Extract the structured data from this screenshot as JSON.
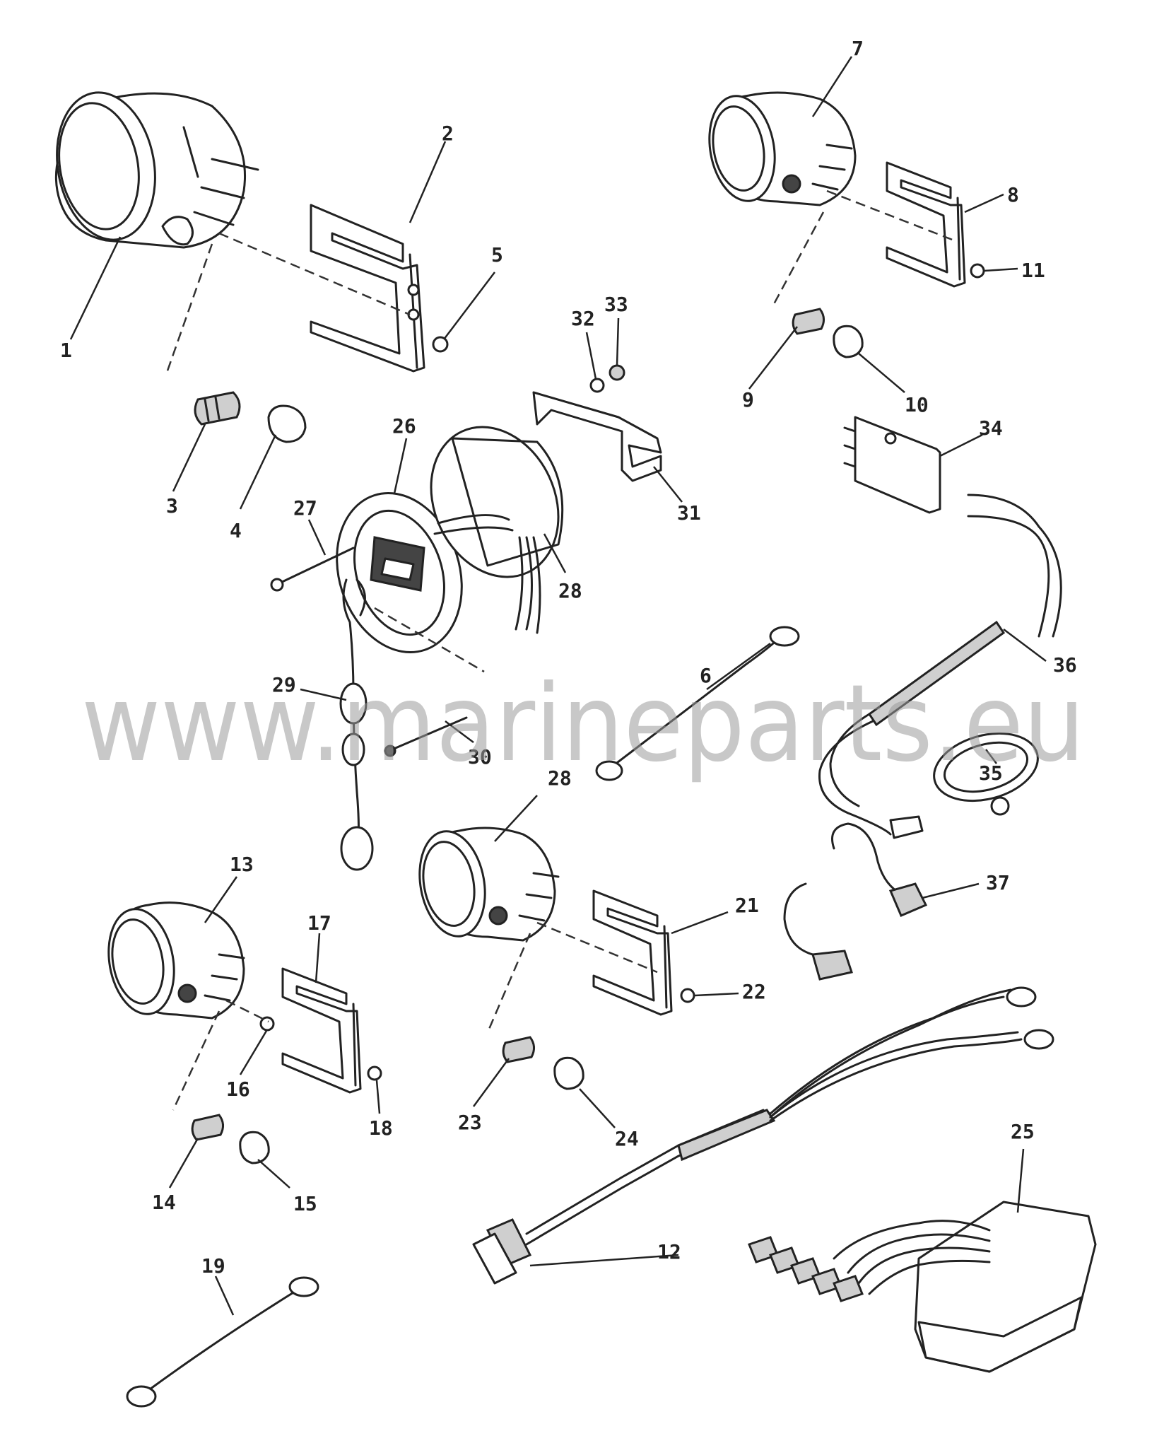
{
  "watermark": "www.marineparts.eu",
  "callouts": {
    "c1": "1",
    "c2": "2",
    "c3": "3",
    "c4": "4",
    "c5": "5",
    "c6": "6",
    "c7": "7",
    "c8": "8",
    "c9": "9",
    "c10": "10",
    "c11": "11",
    "c12": "12",
    "c13": "13",
    "c14": "14",
    "c15": "15",
    "c16": "16",
    "c17": "17",
    "c18": "18",
    "c19": "19",
    "c21": "21",
    "c22": "22",
    "c23": "23",
    "c24": "24",
    "c25": "25",
    "c26": "26",
    "c27": "27",
    "c28a": "28",
    "c28b": "28",
    "c29": "29",
    "c30": "30",
    "c31": "31",
    "c32": "32",
    "c33": "33",
    "c34": "34",
    "c35": "35",
    "c36": "36",
    "c37": "37"
  }
}
